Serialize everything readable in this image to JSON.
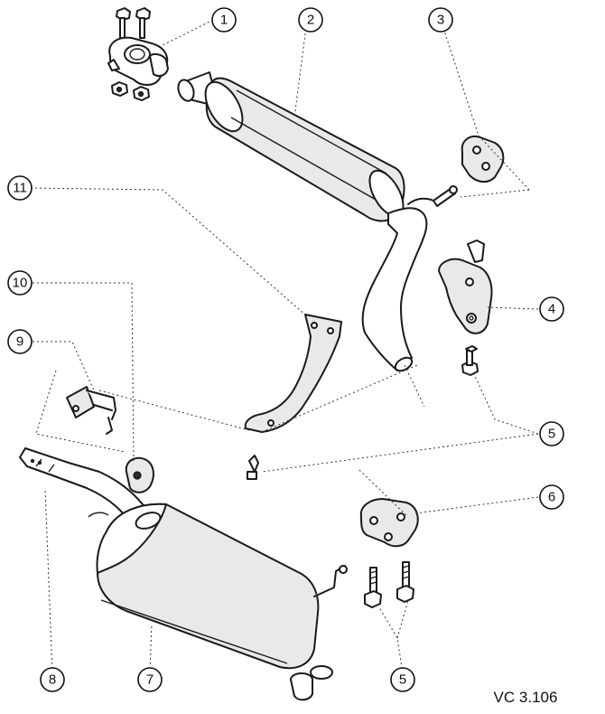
{
  "callouts": [
    {
      "id": "c1",
      "number": "1"
    },
    {
      "id": "c2",
      "number": "2"
    },
    {
      "id": "c3",
      "number": "3"
    },
    {
      "id": "c4",
      "number": "4"
    },
    {
      "id": "c5a",
      "number": "5"
    },
    {
      "id": "c6",
      "number": "6"
    },
    {
      "id": "c5b",
      "number": "5"
    },
    {
      "id": "c7",
      "number": "7"
    },
    {
      "id": "c8",
      "number": "8"
    },
    {
      "id": "c9",
      "number": "9"
    },
    {
      "id": "c10",
      "number": "10"
    },
    {
      "id": "c11",
      "number": "11"
    }
  ],
  "reference_code": "VC 3.106"
}
